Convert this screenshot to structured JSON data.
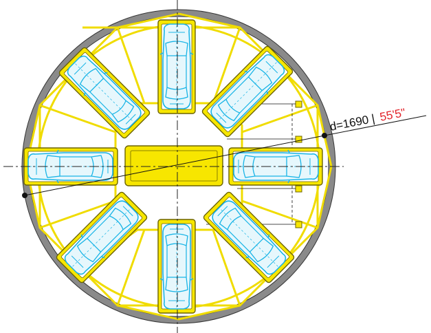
{
  "dimension": {
    "diameter_metric": "d=1690 |",
    "diameter_imperial": "55'5\"",
    "imperial_color": "#e2232a"
  },
  "colors": {
    "platform_fill": "#f7e600",
    "platform_stroke": "#6b6300",
    "car_outline": "#18b4e6",
    "car_fill": "#e6f7fc",
    "ring": "#8a8a8a",
    "frame": "#f0dc00",
    "line": "#111111"
  },
  "layout": {
    "parking_bays": 8,
    "center_platform": 1
  }
}
